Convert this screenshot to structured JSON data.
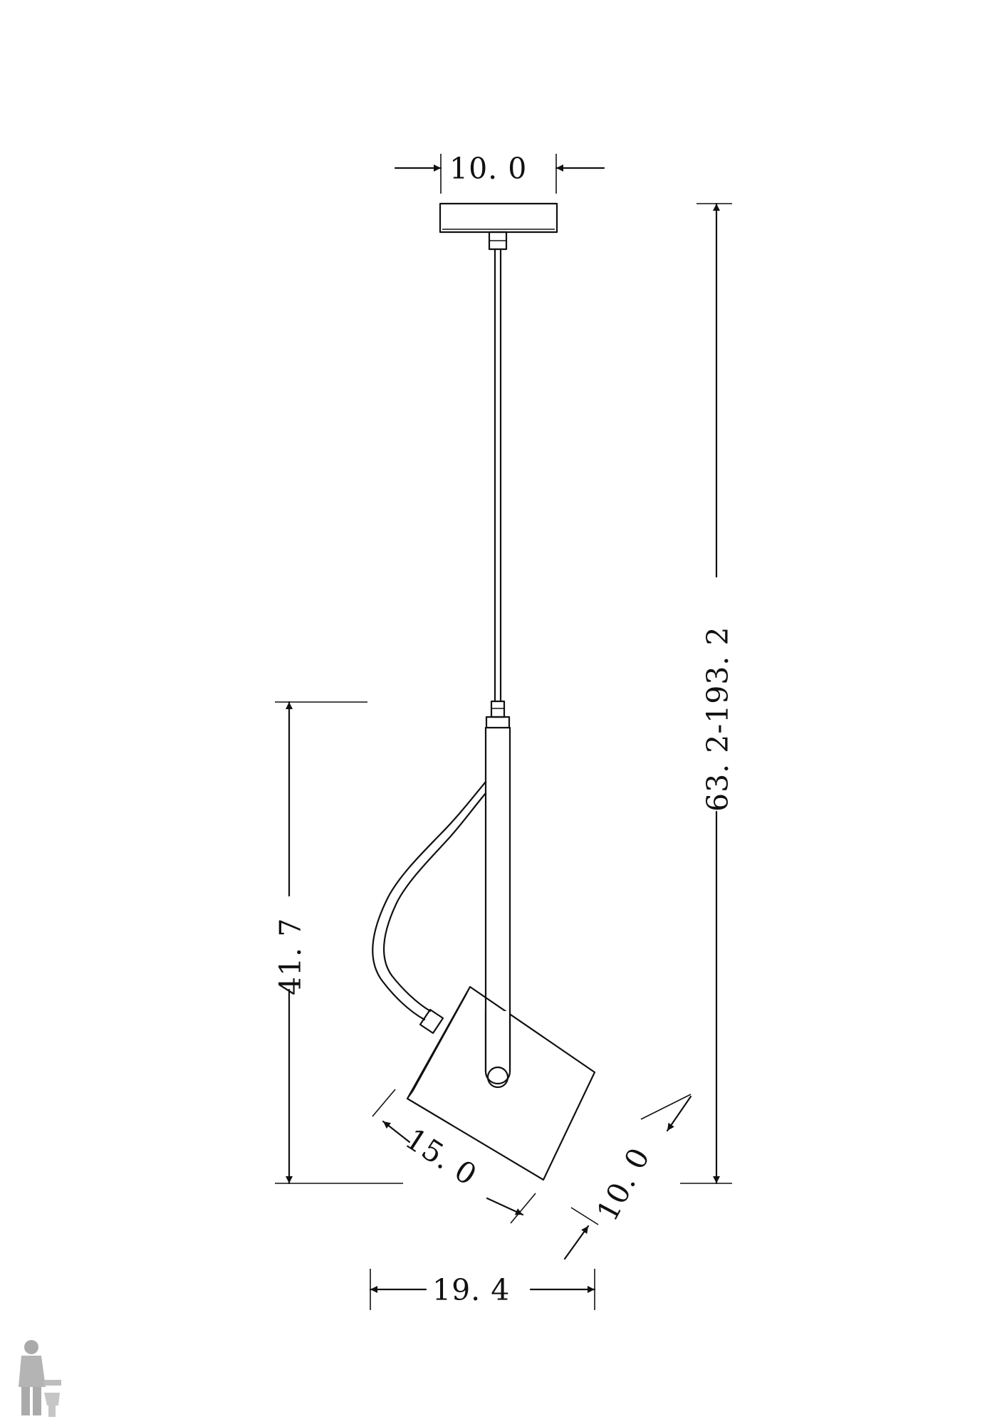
{
  "dimensions": {
    "canopy_width": "10. 0",
    "total_height": "63. 2-193. 2",
    "lamp_height": "41. 7",
    "shade_length": "15. 0",
    "shade_diameter": "10. 0",
    "overall_width": "19. 4"
  },
  "icons": {
    "logo": "plumber-mascot-icon"
  },
  "colors": {
    "line": "#111111",
    "background": "#ffffff"
  }
}
